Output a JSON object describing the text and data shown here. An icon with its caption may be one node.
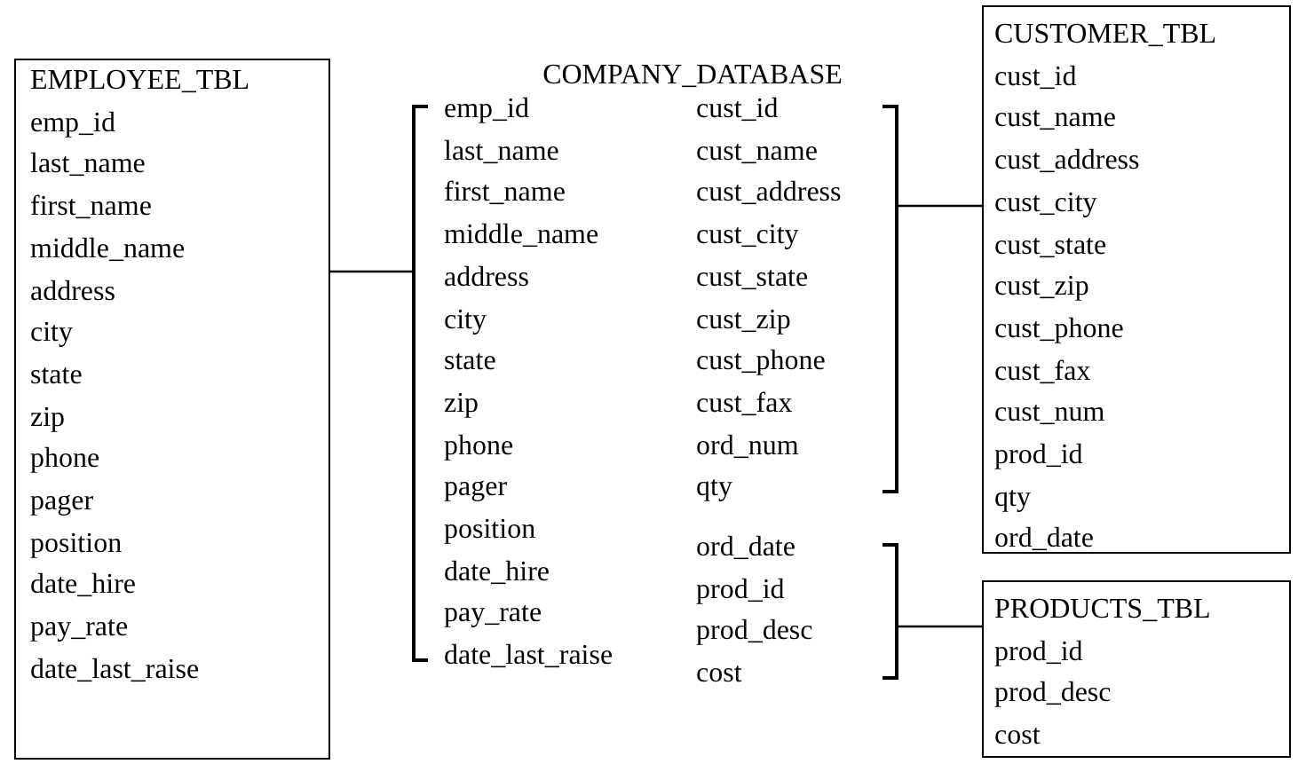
{
  "diagram": {
    "title": "COMPANY_DATABASE",
    "nodes": [
      {
        "text": [
          "EMPLOYEE_TBL",
          "emp_id",
          "last_name",
          "first_name",
          "middle_name",
          "address",
          "city",
          "state",
          "zip",
          "phone",
          "pager",
          "position",
          "date_hire",
          "pay_rate",
          "date_last_raise"
        ]
      },
      {
        "text": [
          "CUSTOMER_TBL",
          "cust_id",
          "cust_name",
          "cust_address",
          "cust_city",
          "cust_state",
          "cust_zip",
          "cust_phone",
          "cust_fax",
          "cust_num",
          "prod_id",
          "qty",
          "ord_date"
        ]
      },
      {
        "text": [
          "PRODUCTS_TBL",
          "prod_id",
          "prod_desc",
          "cost"
        ]
      },
      {
        "text": [
          "emp_id",
          "last_name",
          "first_name",
          "middle_name",
          "address",
          "city",
          "state",
          "zip",
          "phone",
          "pager",
          "position",
          "date_hire",
          "pay_rate",
          "date_last_raise"
        ]
      },
      {
        "text": [
          "cust_id",
          "cust_name",
          "cust_address",
          "cust_city",
          "cust_state",
          "cust_zip",
          "cust_phone",
          "cust_fax",
          "ord_num",
          "qty"
        ]
      },
      {
        "text": [
          "ord_date",
          "prod_id",
          "prod_desc",
          "cost"
        ]
      }
    ],
    "edges": [
      {
        "from": 0,
        "to": 3,
        "arrow": "none"
      },
      {
        "from": 4,
        "to": 1,
        "arrow": "none"
      },
      {
        "from": 5,
        "to": 2,
        "arrow": "none"
      }
    ]
  }
}
